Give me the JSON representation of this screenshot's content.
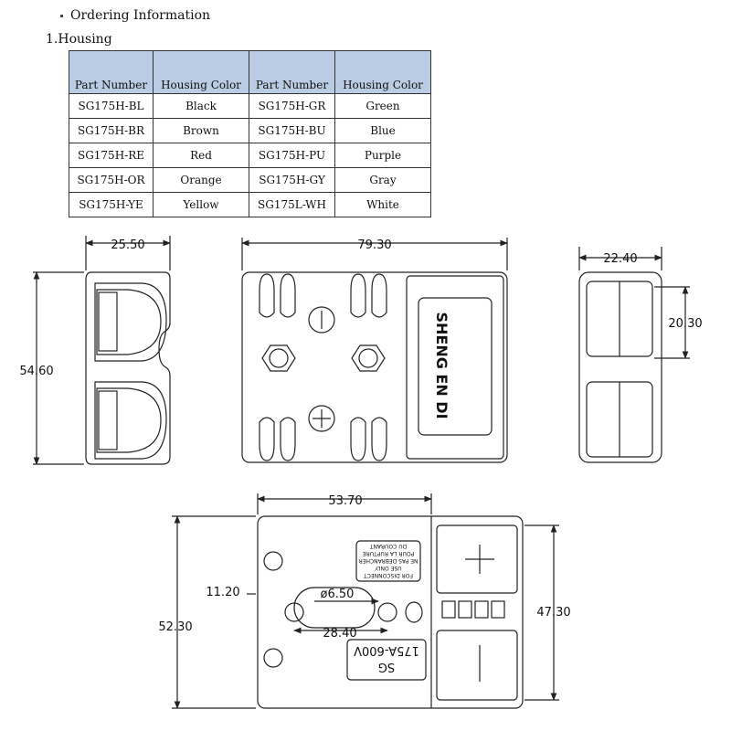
{
  "headings": {
    "ordering": "Ordering Information",
    "housing": "1.Housing"
  },
  "table": {
    "headers": [
      "Part Number",
      "Housing Color",
      "Part Number",
      "Housing Color"
    ],
    "rows": [
      [
        "SG175H-BL",
        "Black",
        "SG175H-GR",
        "Green"
      ],
      [
        "SG175H-BR",
        "Brown",
        "SG175H-BU",
        "Blue"
      ],
      [
        "SG175H-RE",
        "Red",
        "SG175H-PU",
        "Purple"
      ],
      [
        "SG175H-OR",
        "Orange",
        "SG175H-GY",
        "Gray"
      ],
      [
        "SG175H-YE",
        "Yellow",
        "SG175L-WH",
        "White"
      ]
    ],
    "header_color": "#b9cce4"
  },
  "dimensions": {
    "side_width": "25.50",
    "side_height": "54.60",
    "front_width": "79.30",
    "end_width": "22.40",
    "end_slot": "20.30",
    "bottom_width": "53.70",
    "bottom_height": "52.30",
    "bottom_contact_height": "47.30",
    "offset": "11.20",
    "hole_dia": "ø6.50",
    "hole_spacing": "28.40"
  },
  "markings": {
    "logo": "SHENG EN DI",
    "rating_line1": "SG",
    "rating_line2": "175A-600V",
    "warning": [
      "FOR DISCONNECT",
      "USE ONLY",
      "NE PAS DEBRANCHER",
      "POUR LA RUPTURE",
      "DU COURANT"
    ],
    "plus": "+",
    "minus": "—"
  }
}
